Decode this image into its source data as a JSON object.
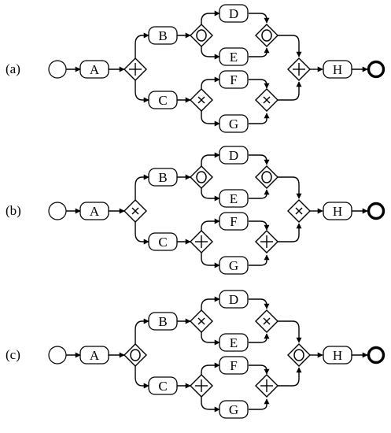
{
  "panels": [
    {
      "id": "a",
      "label": "(a)",
      "tasks": {
        "A": "A",
        "B": "B",
        "C": "C",
        "D": "D",
        "E": "E",
        "F": "F",
        "G": "G",
        "H": "H"
      },
      "gateways": {
        "outer_split": "parallel",
        "upper_split": "inclusive",
        "upper_join": "inclusive",
        "lower_split": "exclusive",
        "lower_join": "exclusive",
        "outer_join": "parallel"
      }
    },
    {
      "id": "b",
      "label": "(b)",
      "tasks": {
        "A": "A",
        "B": "B",
        "C": "C",
        "D": "D",
        "E": "E",
        "F": "F",
        "G": "G",
        "H": "H"
      },
      "gateways": {
        "outer_split": "exclusive",
        "upper_split": "inclusive",
        "upper_join": "inclusive",
        "lower_split": "parallel",
        "lower_join": "parallel",
        "outer_join": "exclusive"
      }
    },
    {
      "id": "c",
      "label": "(c)",
      "tasks": {
        "A": "A",
        "B": "B",
        "C": "C",
        "D": "D",
        "E": "E",
        "F": "F",
        "G": "G",
        "H": "H"
      },
      "gateways": {
        "outer_split": "inclusive",
        "upper_split": "exclusive",
        "upper_join": "exclusive",
        "lower_split": "parallel",
        "lower_join": "parallel",
        "outer_join": "inclusive"
      }
    }
  ]
}
